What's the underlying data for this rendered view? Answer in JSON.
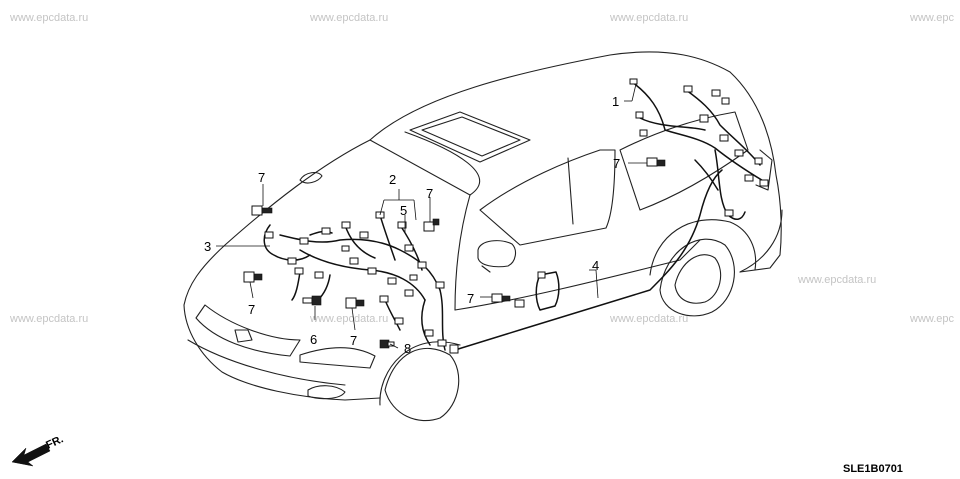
{
  "watermarks": [
    "www.epcdata.ru",
    "www.epcdata.ru",
    "www.epcdata.ru",
    "www.epc",
    "www.epcdata.ru",
    "www.epcdata.ru",
    "www.epcdata.ru",
    "www.epcdata.ru",
    "www.epc"
  ],
  "callouts": {
    "c1": "1",
    "c2": "2",
    "c3": "3",
    "c4": "4",
    "c5": "5",
    "c6": "6",
    "c7a": "7",
    "c7b": "7",
    "c7c": "7",
    "c7d": "7",
    "c7e": "7",
    "c7f": "7",
    "c8": "8"
  },
  "direction_label": "FR.",
  "diagram_code": "SLE1B0701"
}
